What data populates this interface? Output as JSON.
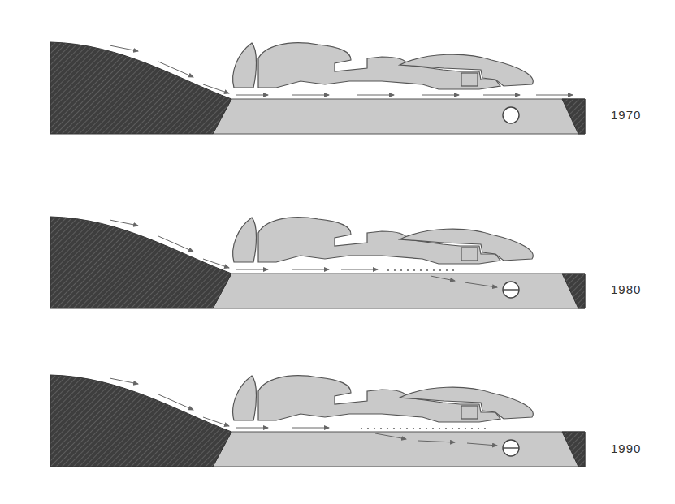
{
  "diagram": {
    "labels": [
      "1970",
      "1980",
      "1990"
    ]
  }
}
